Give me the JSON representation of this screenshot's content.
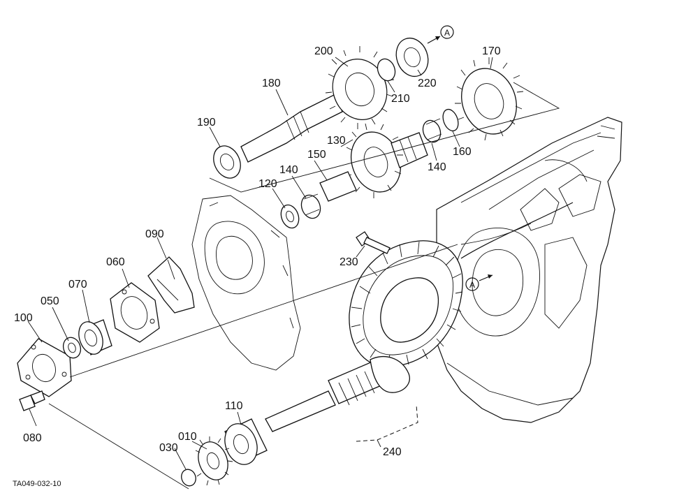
{
  "figure_code": "TA049-032-10",
  "reference_mark": "A",
  "callouts": {
    "p010": "010",
    "p030": "030",
    "p050": "050",
    "p060": "060",
    "p070": "070",
    "p080": "080",
    "p090": "090",
    "p100": "100",
    "p110": "110",
    "p120": "120",
    "p130": "130",
    "p140a": "140",
    "p140b": "140",
    "p150": "150",
    "p160": "160",
    "p170": "170",
    "p180": "180",
    "p190": "190",
    "p200": "200",
    "p210": "210",
    "p220": "220",
    "p230": "230",
    "p240": "240"
  }
}
